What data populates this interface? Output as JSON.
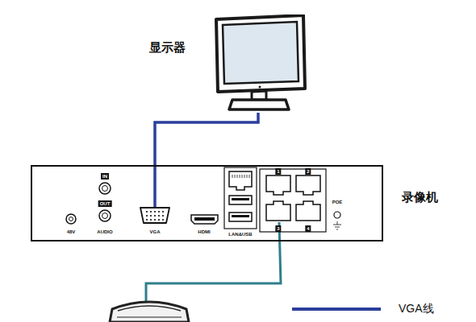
{
  "diagram": {
    "nodes": [
      {
        "text": [
          "显示器"
        ]
      },
      {
        "text": [
          "录像机"
        ]
      },
      {
        "text": [
          "VGA"
        ],
        "in": 1
      }
    ],
    "edges": [
      {
        "from": 0,
        "to": 2,
        "arrow": "none"
      }
    ],
    "labels": [
      "IN",
      "OUT",
      "AUDIO",
      "48V",
      "HDMI",
      "LAN&USB",
      "1",
      "2",
      "3",
      "4",
      "POE"
    ],
    "legend": [
      {
        "text": "VGA线"
      }
    ]
  }
}
